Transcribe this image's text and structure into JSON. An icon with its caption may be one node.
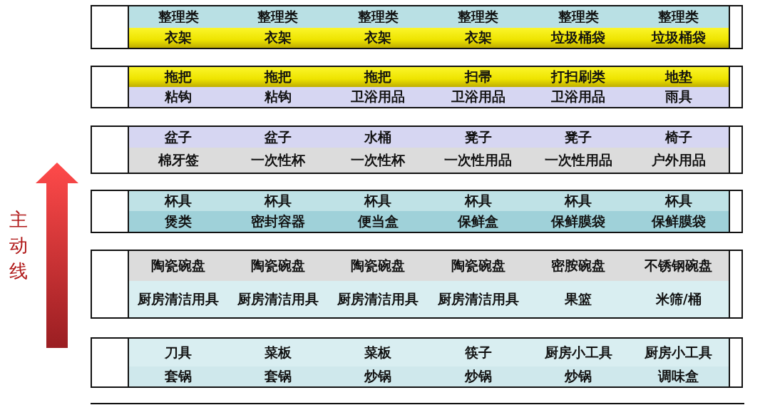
{
  "diagram": {
    "labels": [
      "整理类",
      "整理类",
      "整理类",
      "整理类",
      "整理类",
      "整理类",
      "衣架",
      "衣架",
      "衣架",
      "衣架",
      "垃圾桶袋",
      "垃圾桶袋",
      "拖把",
      "拖把",
      "拖把",
      "扫帚",
      "打扫刷类",
      "地垫",
      "粘钩",
      "粘钩",
      "卫浴用品",
      "卫浴用品",
      "卫浴用品",
      "雨具",
      "盆子",
      "盆子",
      "水桶",
      "凳子",
      "凳子",
      "椅子",
      "棉牙签",
      "一次性杯",
      "一次性杯",
      "一次性用品",
      "一次性用品",
      "户外用品",
      "杯具",
      "杯具",
      "杯具",
      "杯具",
      "杯具",
      "杯具",
      "煲类",
      "密封容器",
      "便当盒",
      "保鲜盒",
      "保鲜膜袋",
      "保鲜膜袋",
      "陶瓷碗盘",
      "陶瓷碗盘",
      "陶瓷碗盘",
      "陶瓷碗盘",
      "密胺碗盘",
      "不锈钢碗盘",
      "厨房清洁用具",
      "厨房清洁用具",
      "厨房清洁用具",
      "厨房清洁用具",
      "果篮",
      "米筛/桶",
      "刀具",
      "菜板",
      "菜板",
      "筷子",
      "厨房小工具",
      "厨房小工具",
      "套锅",
      "套锅",
      "炒锅",
      "炒锅",
      "炒锅",
      "调味盒",
      "主动线"
    ]
  }
}
